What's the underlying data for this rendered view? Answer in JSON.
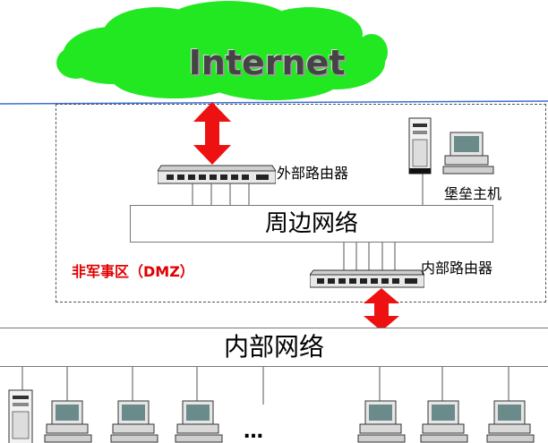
{
  "labels": {
    "internet": "Internet",
    "external_router": "外部路由器",
    "bastion_host": "堡垒主机",
    "perimeter_network": "周边网络",
    "dmz": "非军事区（DMZ）",
    "internal_router": "内部路由器",
    "internal_network": "内部网络",
    "ellipsis": "…"
  },
  "colors": {
    "cloud": "#22e822",
    "arrow": "#ee1111",
    "dmz_text": "#e00000",
    "horizon_line": "#3a6fd8"
  },
  "icons": [
    "cloud-icon",
    "router-icon",
    "server-tower-icon",
    "workstation-icon",
    "double-arrow-icon"
  ]
}
